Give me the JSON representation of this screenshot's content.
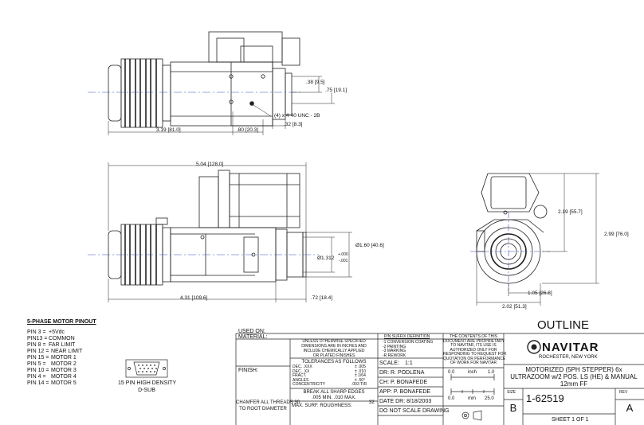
{
  "top_view": {
    "dims": {
      "d038": ".38 [9.5]",
      "d075": ".75 [19.1]",
      "d319": "3.19 [81.0]",
      "d080": ".80 [20.3]",
      "d032": ".32 [8.3]",
      "thread": "(4) x 4-40 UNC - 2B"
    }
  },
  "side_view": {
    "dims": {
      "d504": "5.04 [128.0]",
      "d160": "Ø1.60 [40.6]",
      "d1312": "Ø1.312",
      "tol_plus": "+.000",
      "tol_minus": "-.001",
      "d431": "4.31 [109.6]",
      "d072": ".72 [18.4]"
    }
  },
  "end_view": {
    "dims": {
      "d219": "2.19 [55.7]",
      "d299": "2.99 [76.0]",
      "d105": "1.05 [26.8]",
      "d202": "2.02 [51.3]"
    }
  },
  "pinout": {
    "title": "5-PHASE MOTOR PINOUT",
    "pins": [
      {
        "pin": "PIN 3 =",
        "sig": "+5Vdc"
      },
      {
        "pin": "PIN13 =",
        "sig": "COMMON"
      },
      {
        "pin": "PIN 8 =",
        "sig": "FAR LIMIT"
      },
      {
        "pin": "PIN 12 =",
        "sig": "NEAR LIMIT"
      },
      {
        "pin": "PIN 15 =",
        "sig": "MOTOR 1"
      },
      {
        "pin": "PIN 5 =",
        "sig": "MOTOR 2"
      },
      {
        "pin": "PIN 10 =",
        "sig": "MOTOR 3"
      },
      {
        "pin": "PIN 4 =",
        "sig": "MOTOR 4"
      },
      {
        "pin": "PIN 14 =",
        "sig": "MOTOR 5"
      }
    ],
    "connector_line1": "15 PIN HIGH DENSITY",
    "connector_line2": "D-SUB"
  },
  "title_block": {
    "outline": "OUTLINE",
    "used_on": "USED ON:",
    "material": "MATERIAL:",
    "finish": "FINISH:",
    "chamfer_line1": "CHAMFER ALL THREADS 30",
    "chamfer_line2": "TO ROOT DIAMETER",
    "unless_lines": [
      "UNLESS OTHERWISE SPECIFIED",
      "DIMENSIONS ARE IN INCHES AND",
      "INCLUDE CHEMICALLY APPLIED",
      "OR PLATED FINISHES"
    ],
    "tol_title": "TOLERANCES AS FOLLOWS",
    "tol_rows": [
      {
        "k": "DEC.  .XXX",
        "v": "± .005"
      },
      {
        "k": "DEC.  .XX",
        "v": "± .010"
      },
      {
        "k": "FRACT.",
        "v": "± 1/64"
      },
      {
        "k": "ANGLES",
        "v": "± .50°"
      },
      {
        "k": "CONCENTRICITY",
        "v": ".003 TIR"
      }
    ],
    "break_line1": "BREAK ALL SHARP EDGES",
    "break_line2": ".005 MIN.  .010 MAX.",
    "surf": "MAX. SURF. ROUGHNESS:",
    "surf_val": "32",
    "suffix_title": "P/N SUFFIX DEFINITION",
    "suffix_lines": [
      "-1  CONVERSION COATING",
      "-2  PAINTING",
      "-3  MARKING",
      "-R  REWORK"
    ],
    "scale_label": "SCALE:",
    "scale_val": "1:1",
    "dr": "DR:  R. PODLENA",
    "ch": "CH:  P. BONAFEDE",
    "app": "APP: P. BONAFEDE",
    "date": "DATE DR:    8/18/2003",
    "dns": "DO NOT SCALE DRAWING",
    "prop_lines": [
      "THE CONTENTS OF THIS",
      "DOCUMENT ARE PROPRIETARY",
      "TO NAVITAR, ITS USE IS",
      "AUTHORIZED ONLY FOR",
      "RESPONDING TO REQUEST FOR",
      "QUOTATION OR PERFORMANCE",
      "OF WORK FOR NAVITAR"
    ],
    "ruler_inch": "inch",
    "ruler_in0": "0.0",
    "ruler_in1": "1.0",
    "ruler_mm": "mm",
    "ruler_mm0": "0.0",
    "ruler_mm1": "25.0",
    "logo": "NAVITAR",
    "location": "ROCHESTER, NEW YORK",
    "desc_lines": [
      "MOTORIZED (5PH STEPPER) 6x",
      "ULTRAZOOM w/2 POS. LS (HE) & MANUAL",
      "12mm FF"
    ],
    "size_label": "SIZE",
    "size_val": "B",
    "dwg_no": "1-62519",
    "rev_label": "REV",
    "rev_val": "A",
    "sheet": "SHEET  1  OF  1"
  }
}
